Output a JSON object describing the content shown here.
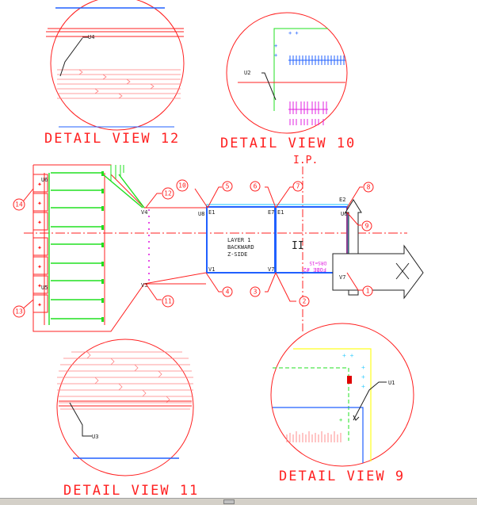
{
  "detail_views": {
    "v12": "DETAIL VIEW 12",
    "v10": "DETAIL VIEW 10",
    "v11": "DETAIL VIEW 11",
    "v9": "DETAIL VIEW 9"
  },
  "callouts": {
    "u1": "U1",
    "u2": "U2",
    "u3": "U3",
    "u4": "U4",
    "ip": "I.P.",
    "region": "II"
  },
  "main": {
    "layer_lines": [
      "LAYER 1",
      "BACKWARD",
      "Z-SIDE"
    ],
    "vertex_labels": {
      "v4": "V4",
      "v3": "V3",
      "v1": "V1",
      "v7": "V7",
      "v7b": "V7",
      "e1": "E1",
      "e7": "E7",
      "e1b": "E1",
      "u6": "U6",
      "u5": "U5",
      "u8": "U8",
      "e2": "E2",
      "u6b": "U6"
    }
  },
  "balloons": [
    "1",
    "2",
    "3",
    "4",
    "5",
    "6",
    "7",
    "8",
    "9",
    "10",
    "11",
    "12",
    "13",
    "14"
  ],
  "colors": {
    "frame": "#ff2020",
    "green": "#20e020",
    "blue": "#2060ff",
    "cyan": "#40d0ff",
    "magenta": "#e020e0",
    "yellow": "#ffff20",
    "black": "#202020"
  }
}
